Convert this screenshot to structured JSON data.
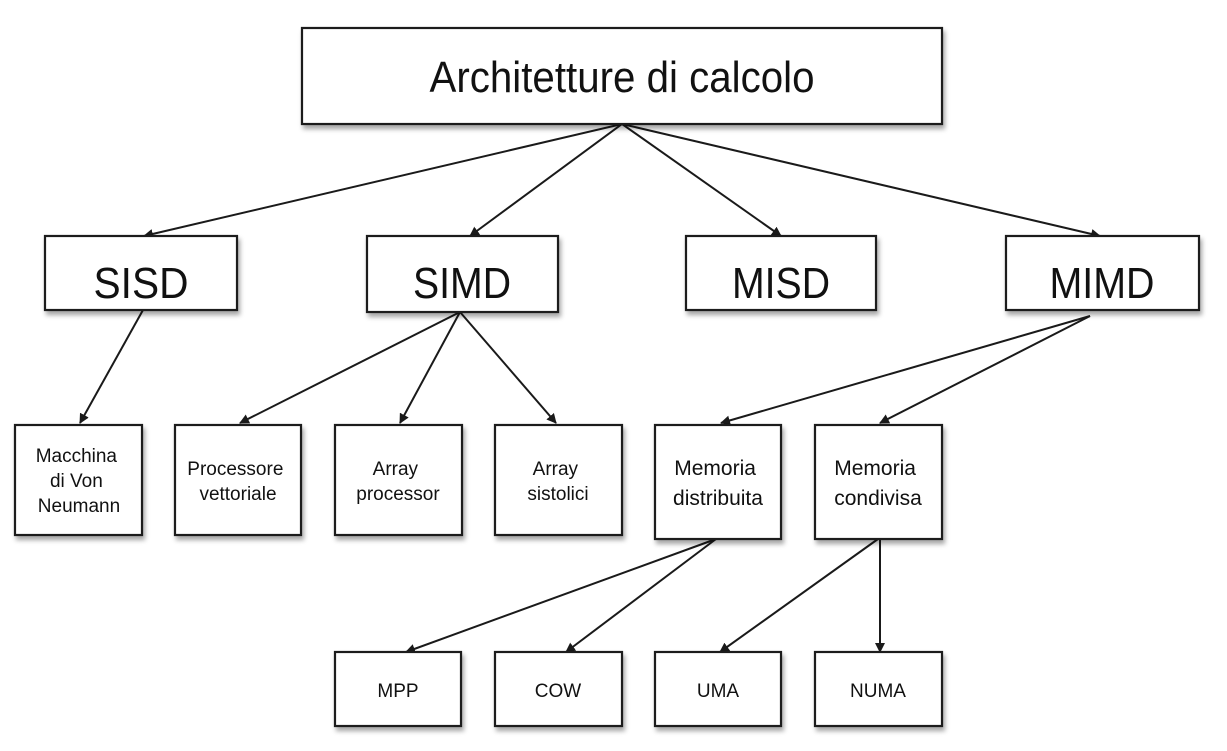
{
  "diagram": {
    "root": "Architetture di calcolo",
    "level1": {
      "sisd": "SISD",
      "simd": "SIMD",
      "misd": "MISD",
      "mimd": "MIMD"
    },
    "sisd_children": {
      "von_neumann": [
        "Macchina",
        "di Von",
        "Neumann"
      ]
    },
    "simd_children": {
      "vettoriale": [
        "Processore",
        "vettoriale"
      ],
      "array_processor": [
        "Array",
        "processor"
      ],
      "array_sistolici": [
        "Array",
        "sistolici"
      ]
    },
    "mimd_children": {
      "memoria_distribuita": [
        "Memoria",
        "distribuita"
      ],
      "memoria_condivisa": [
        "Memoria",
        "condivisa"
      ]
    },
    "leaves": {
      "mpp": "MPP",
      "cow": "COW",
      "uma": "UMA",
      "numa": "NUMA"
    },
    "edges": [
      [
        "root",
        "sisd"
      ],
      [
        "root",
        "simd"
      ],
      [
        "root",
        "misd"
      ],
      [
        "root",
        "mimd"
      ],
      [
        "sisd",
        "von_neumann"
      ],
      [
        "simd",
        "vettoriale"
      ],
      [
        "simd",
        "array_processor"
      ],
      [
        "simd",
        "array_sistolici"
      ],
      [
        "mimd",
        "memoria_distribuita"
      ],
      [
        "mimd",
        "memoria_condivisa"
      ],
      [
        "memoria_distribuita",
        "mpp"
      ],
      [
        "memoria_distribuita",
        "cow"
      ],
      [
        "memoria_condivisa",
        "uma"
      ],
      [
        "memoria_condivisa",
        "numa"
      ]
    ]
  }
}
